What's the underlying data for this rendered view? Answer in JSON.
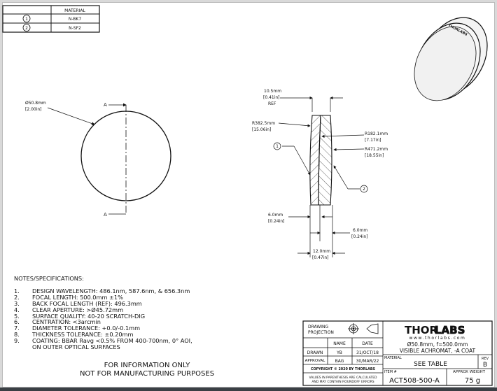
{
  "material_table": {
    "header": "MATERIAL",
    "rows": [
      {
        "item": "1",
        "material": "N-BK7"
      },
      {
        "item": "2",
        "material": "N-SF2"
      }
    ]
  },
  "front_view": {
    "diameter_mm": "Ø50.8mm",
    "diameter_in": "[2.00in]",
    "section_label_top": "A",
    "section_label_bottom": "A"
  },
  "section_view": {
    "thickness_total": {
      "mm": "10.5mm",
      "in": "[0.41in]",
      "note": "REF"
    },
    "r1": {
      "mm": "R382.5mm",
      "in": "[15.06in]"
    },
    "r2": {
      "mm": "R182.1mm",
      "in": "[7.17in]"
    },
    "r3": {
      "mm": "R471.2mm",
      "in": "[18.55in]"
    },
    "element1_center": {
      "mm": "6.0mm",
      "in": "[0.24in]"
    },
    "element2_center": {
      "mm": "6.0mm",
      "in": "[0.24in]"
    },
    "center_thickness": {
      "mm": "12.0mm",
      "in": "[0.47in]"
    },
    "balloon1": "1",
    "balloon2": "2"
  },
  "isometric_engraving": "THORLABS",
  "notes": {
    "title": "NOTES/SPECIFICATIONS:",
    "items": [
      {
        "n": "1.",
        "text": "DESIGN WAVELENGTH: 486.1nm, 587.6nm, & 656.3nm"
      },
      {
        "n": "2.",
        "text": "FOCAL LENGTH: 500.0mm ±1%"
      },
      {
        "n": "3.",
        "text": "BACK FOCAL LENGTH (REF): 496.3mm"
      },
      {
        "n": "4.",
        "text": "CLEAR APERTURE: >Ø45.72mm"
      },
      {
        "n": "5.",
        "text": "SURFACE QUALITY: 40-20 SCRATCH-DIG"
      },
      {
        "n": "6.",
        "text": "CENTRATION: <3arcmin"
      },
      {
        "n": "7.",
        "text": "DIAMETER TOLERANCE: +0.0/-0.1mm"
      },
      {
        "n": "8.",
        "text": "THICKNESS TOLERANCE: ±0.20mm"
      },
      {
        "n": "9.",
        "text": "COATING: BBAR Ravg <0.5% FROM 400-700nm, 0° AOI,"
      },
      {
        "n": "",
        "text": "ON OUTER OPTICAL SURFACES"
      }
    ]
  },
  "disclaimer": {
    "line1": "FOR INFORMATION ONLY",
    "line2": "NOT FOR MANUFACTURING PURPOSES"
  },
  "title_block": {
    "projection_label_1": "DRAWING",
    "projection_label_2": "PROJECTION",
    "col_name": "NAME",
    "col_date": "DATE",
    "drawn_label": "DRAWN",
    "drawn_name": "YB",
    "drawn_date": "31/OCT/18",
    "approval_label": "APPROVAL",
    "approval_name": "BAG",
    "approval_date": "30/MAR/22",
    "copyright": "COPYRIGHT © 2020 BY THORLABS",
    "values_note_1": "VALUES IN PARENTHESIS ARE CALCULATED",
    "values_note_2": "AND MAY CONTAIN ROUNDOFF ERRORS",
    "logo_thor": "THOR",
    "logo_labs": "LABS",
    "website": "www.thorlabs.com",
    "desc_line1": "Ø50.8mm, f=500.0mm",
    "desc_line2": "VISIBLE ACHROMAT, -A COAT",
    "material_label": "MATERIAL",
    "material_value": "SEE TABLE",
    "rev_label": "REV",
    "rev_value": "B",
    "item_label": "ITEM #",
    "item_value": "ACT508-500-A",
    "weight_label": "APPROX WEIGHT",
    "weight_value": "75 g"
  }
}
